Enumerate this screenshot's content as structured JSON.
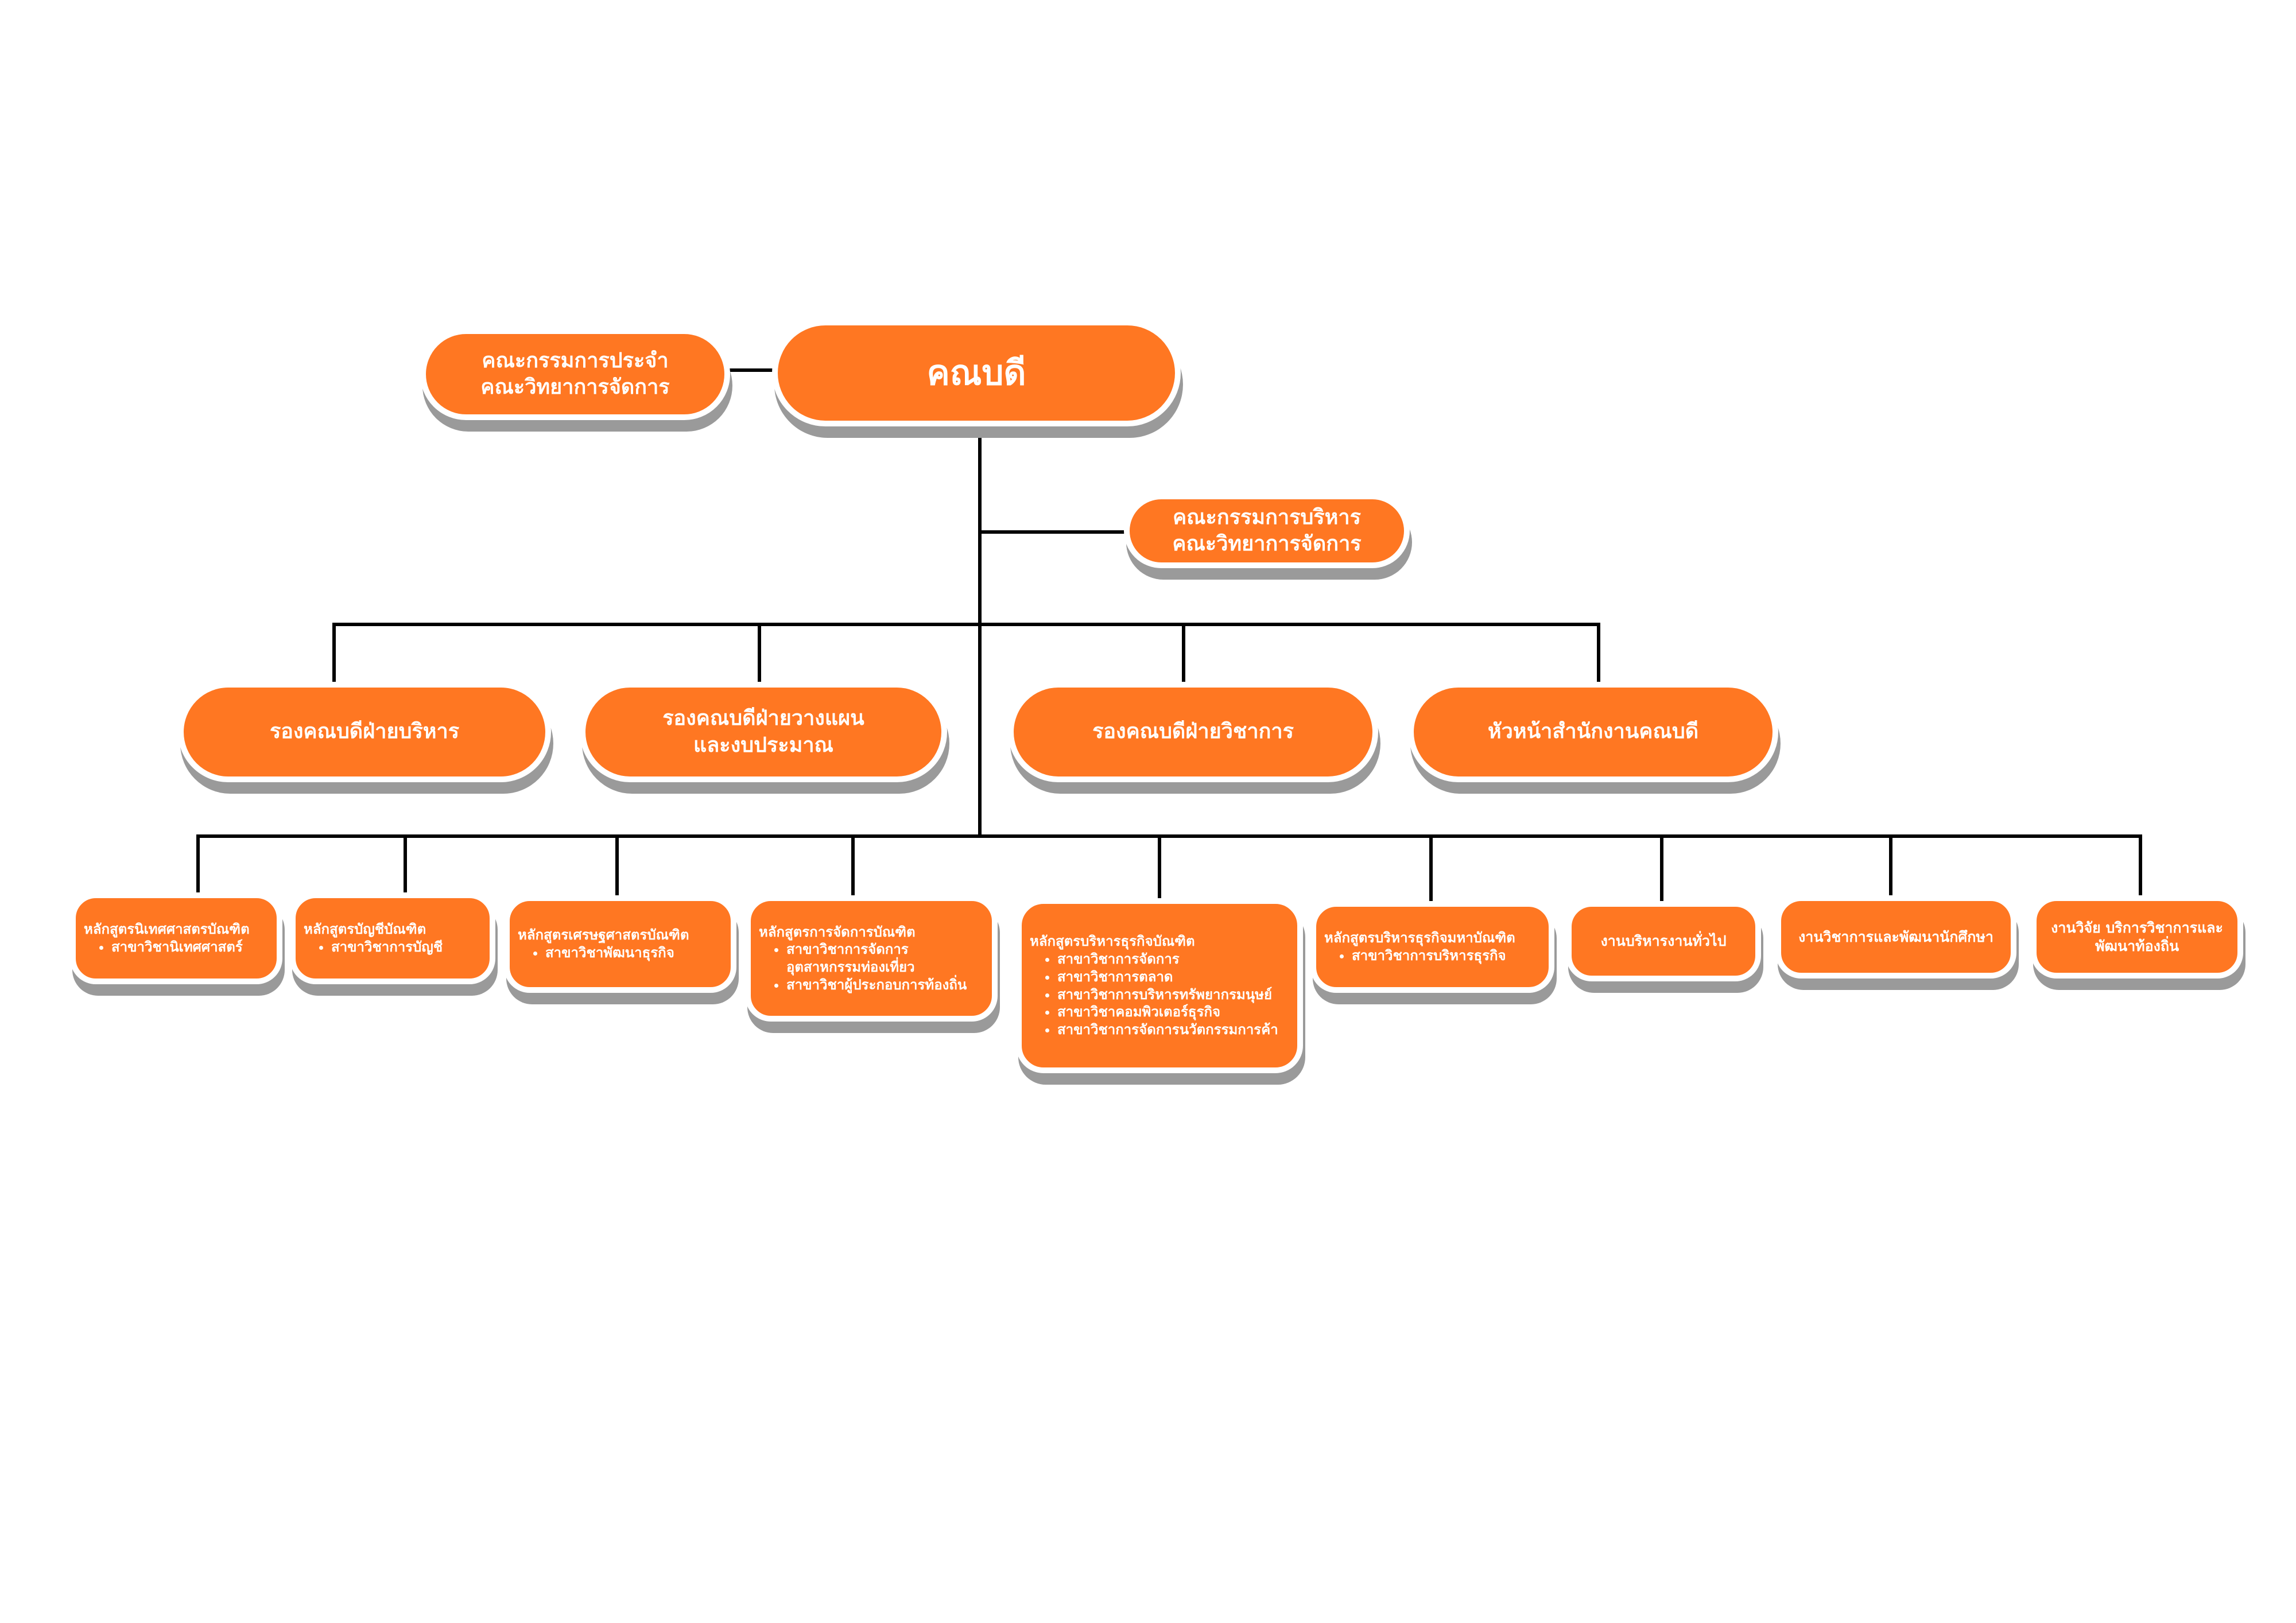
{
  "dean": {
    "label": "คณบดี"
  },
  "standing_committee": {
    "lines": [
      "คณะกรรมการประจำ",
      "คณะวิทยาการจัดการ"
    ]
  },
  "executive_committee": {
    "lines": [
      "คณะกรรมการบริหาร",
      "คณะวิทยาการจัดการ"
    ]
  },
  "deputies": [
    {
      "lines": [
        "รองคณบดีฝ่ายบริหาร"
      ]
    },
    {
      "lines": [
        "รองคณบดีฝ่ายวางแผน",
        "และงบประมาณ"
      ]
    },
    {
      "lines": [
        "รองคณบดีฝ่ายวิชาการ"
      ]
    },
    {
      "lines": [
        "หัวหน้าสำนักงานคณบดี"
      ]
    }
  ],
  "units": [
    {
      "title": "หลักสูตรนิเทศศาสตรบัณฑิต",
      "items": [
        "สาขาวิชานิเทศศาสตร์"
      ]
    },
    {
      "title": "หลักสูตรบัญชีบัณฑิต",
      "items": [
        "สาขาวิชาการบัญชี"
      ]
    },
    {
      "title": "หลักสูตรเศรษฐศาสตรบัณฑิต",
      "items": [
        "สาขาวิชาพัฒนาธุรกิจ"
      ]
    },
    {
      "title": "หลักสูตรการจัดการบัณฑิต",
      "items": [
        "สาขาวิชาการจัดการ อุตสาหกรรมท่องเที่ยว",
        "สาขาวิชาผู้ประกอบการท้องถิ่น"
      ]
    },
    {
      "title": "หลักสูตรบริหารธุรกิจบัณฑิต",
      "items": [
        "สาขาวิชาการจัดการ",
        "สาขาวิชาการตลาด",
        "สาขาวิชาการบริหารทรัพยากรมนุษย์",
        "สาขาวิชาคอมพิวเตอร์ธุรกิจ",
        "สาขาวิชาการจัดการนวัตกรรมการค้า"
      ]
    },
    {
      "title": "หลักสูตรบริหารธุรกิจมหาบัณฑิต",
      "items": [
        "สาขาวิชาการบริหารธุรกิจ"
      ]
    },
    {
      "lines": [
        "งานบริหารงานทั่วไป"
      ]
    },
    {
      "lines": [
        "งานวิชาการและพัฒนานักศึกษา"
      ]
    },
    {
      "lines": [
        "งานวิจัย บริการวิชาการและ",
        "พัฒนาท้องถิ่น"
      ]
    }
  ],
  "colors": {
    "box": "#FF7722",
    "border": "#FFFFFF",
    "shadow": "#9A9A9A",
    "connector": "#000000"
  }
}
